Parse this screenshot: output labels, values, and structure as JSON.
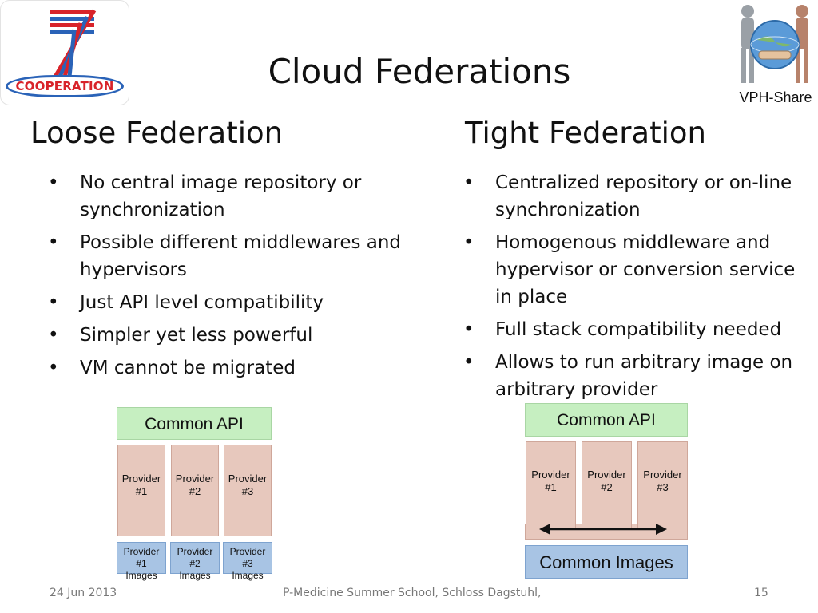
{
  "logos": {
    "left": {
      "text": "COOPERATION"
    },
    "right": {
      "text": "VPH-Share"
    }
  },
  "title": "Cloud Federations",
  "loose": {
    "heading": "Loose Federation",
    "bullets": [
      "No central image repository or synchronization",
      "Possible different middlewares and hypervisors",
      "Just API level compatibility",
      "Simpler yet less powerful",
      "VM cannot be migrated"
    ],
    "diagram": {
      "api": "Common API",
      "providers": [
        {
          "line1": "Provider",
          "line2": "#1",
          "img1": "Provider #1",
          "img2": "Images"
        },
        {
          "line1": "Provider",
          "line2": "#2",
          "img1": "Provider #2",
          "img2": "Images"
        },
        {
          "line1": "Provider",
          "line2": "#3",
          "img1": "Provider #3",
          "img2": "Images"
        }
      ]
    }
  },
  "tight": {
    "heading": "Tight Federation",
    "bullets": [
      "Centralized repository or on-line synchronization",
      "Homogenous middleware and hypervisor or conversion service in place",
      "Full stack compatibility needed",
      "Allows to run arbitrary image on arbitrary provider"
    ],
    "diagram": {
      "api": "Common API",
      "providers": [
        {
          "line1": "Provider",
          "line2": "#1"
        },
        {
          "line1": "Provider",
          "line2": "#2"
        },
        {
          "line1": "Provider",
          "line2": "#3"
        }
      ],
      "common_images": "Common Images"
    }
  },
  "footer": {
    "date": "24 Jun 2013",
    "center": "P-Medicine Summer School, Schloss Dagstuhl,",
    "page": "15"
  },
  "colors": {
    "api_green": "#c6efc1",
    "provider_pink": "#e7c8bd",
    "images_blue": "#a8c4e4",
    "fp7_red": "#d8232a",
    "fp7_blue": "#2a63b8"
  }
}
